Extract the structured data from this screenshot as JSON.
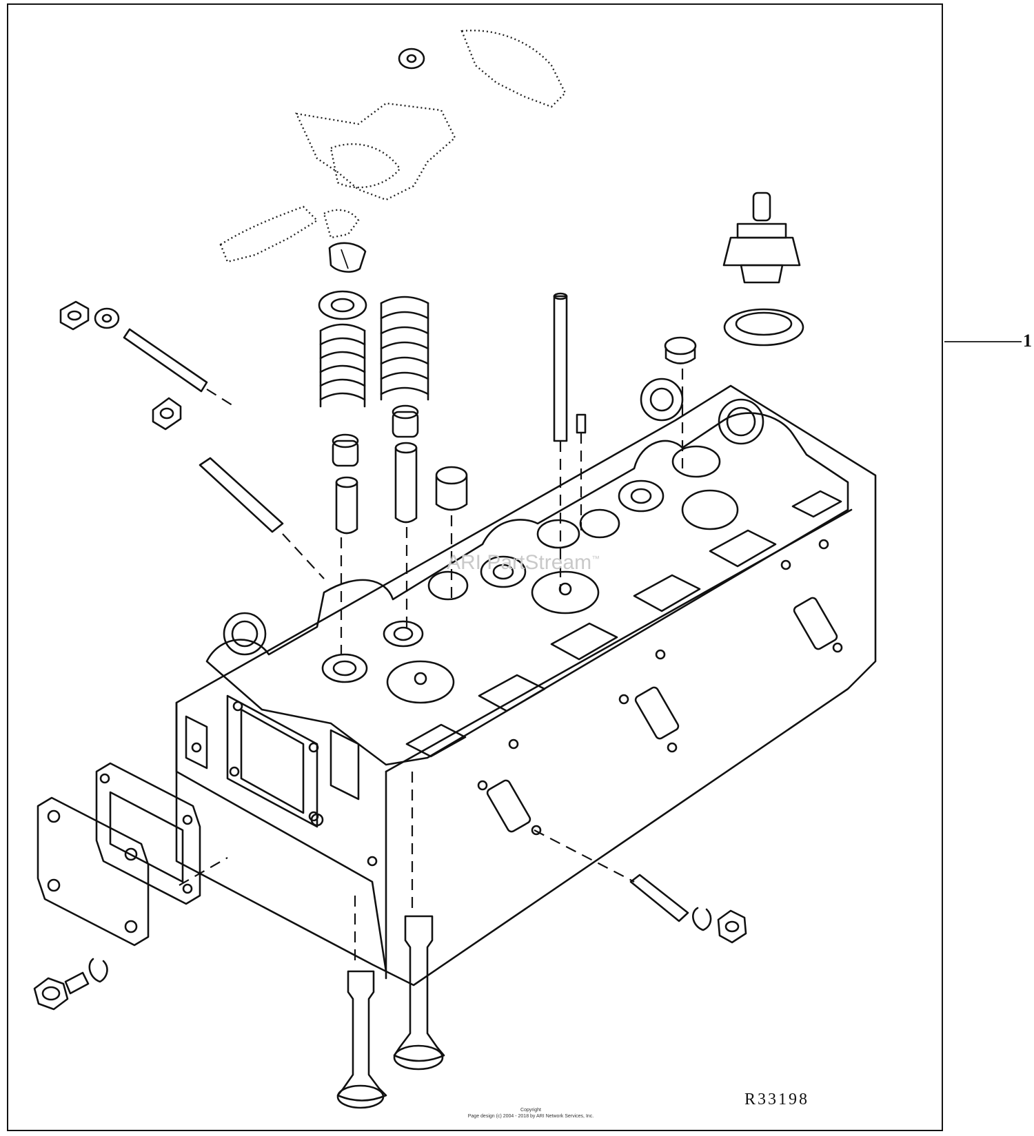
{
  "callout": {
    "label": "1"
  },
  "drawing_number": "R33198",
  "watermark": {
    "text": "ARI PartStream",
    "trademark": "™"
  },
  "copyright": {
    "line1": "Copyright",
    "line2": "Page design (c) 2004 - 2018 by ARI Network Services, Inc."
  },
  "colors": {
    "ink": "#111111",
    "watermark": "#c9c9c9"
  }
}
